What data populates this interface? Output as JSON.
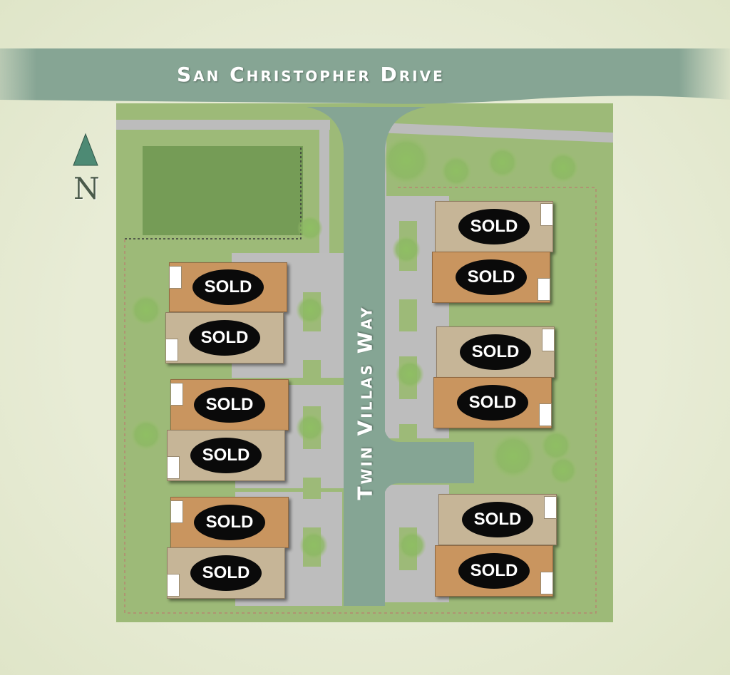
{
  "map": {
    "streets": {
      "drive": "San Christopher Drive",
      "way": "Twin Villas Way"
    },
    "compass": {
      "letter": "N",
      "icon": "north-arrow-icon"
    },
    "lots": [
      {
        "id": "west-1",
        "status": "SOLD",
        "color": "orange"
      },
      {
        "id": "west-2",
        "status": "SOLD",
        "color": "tan"
      },
      {
        "id": "west-3",
        "status": "SOLD",
        "color": "orange"
      },
      {
        "id": "west-4",
        "status": "SOLD",
        "color": "tan"
      },
      {
        "id": "west-5",
        "status": "SOLD",
        "color": "orange"
      },
      {
        "id": "west-6",
        "status": "SOLD",
        "color": "tan"
      },
      {
        "id": "east-1",
        "status": "SOLD",
        "color": "tan"
      },
      {
        "id": "east-2",
        "status": "SOLD",
        "color": "orange"
      },
      {
        "id": "east-3",
        "status": "SOLD",
        "color": "tan"
      },
      {
        "id": "east-4",
        "status": "SOLD",
        "color": "orange"
      },
      {
        "id": "east-5",
        "status": "SOLD",
        "color": "tan"
      },
      {
        "id": "east-6",
        "status": "SOLD",
        "color": "orange"
      }
    ],
    "colors": {
      "road": "#85a594",
      "grass": "#9dba78",
      "lot_orange": "#c9955f",
      "lot_tan": "#c6b597",
      "sold_badge": "#0a0a0a"
    }
  }
}
